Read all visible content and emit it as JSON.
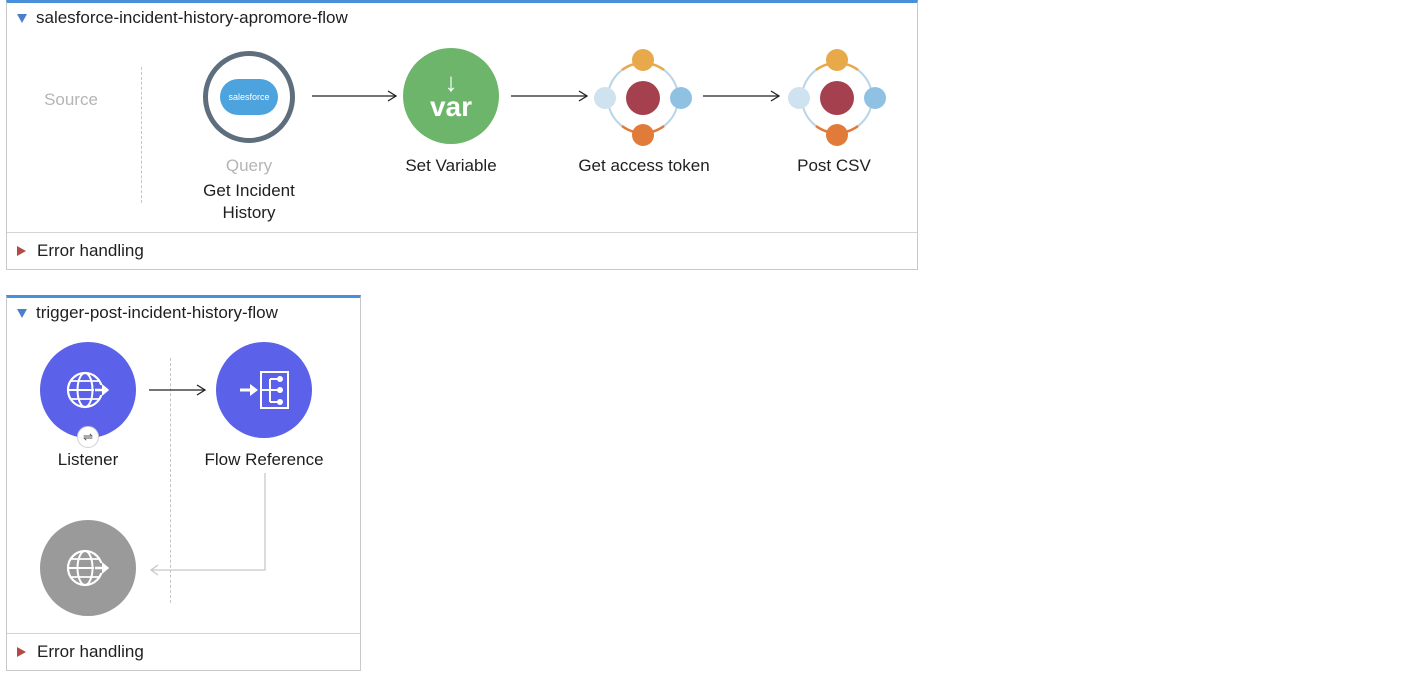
{
  "flow1": {
    "title": "salesforce-incident-history-apromore-flow",
    "source_label": "Source",
    "nodes": {
      "query": {
        "type_label": "Query",
        "name_line1": "Get Incident",
        "name_line2": "History",
        "icon_text": "salesforce"
      },
      "set_variable": {
        "name": "Set Variable",
        "icon_text": "var",
        "icon_arrow": "↓"
      },
      "get_token": {
        "name": "Get access token"
      },
      "post_csv": {
        "name": "Post CSV"
      }
    },
    "error_handling": "Error handling"
  },
  "flow2": {
    "title": "trigger-post-incident-history-flow",
    "nodes": {
      "listener": {
        "name": "Listener",
        "badge": "⇌"
      },
      "flow_reference": {
        "name": "Flow Reference"
      }
    },
    "error_handling": "Error handling"
  },
  "colors": {
    "flow_border_accent": "#4a90d9",
    "salesforce_blue": "#4da3de",
    "var_green": "#6cb56b",
    "http_purple": "#5b61e8",
    "response_grey": "#9a9a9a",
    "custom_center": "#a5404e",
    "custom_orange_top": "#e8a94a",
    "custom_orange_bottom": "#e07b3a",
    "custom_blue_left": "#cfe2ef",
    "custom_blue_right": "#8fc1e3",
    "error_triangle": "#b34a47"
  }
}
